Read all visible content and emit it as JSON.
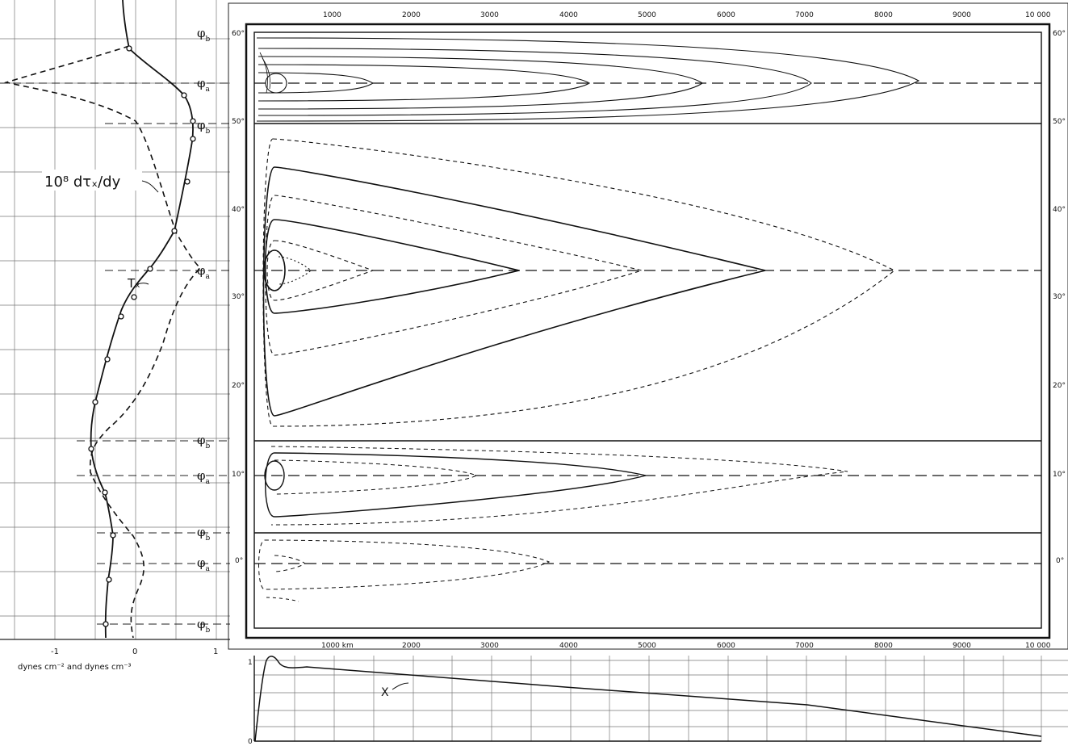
{
  "figure": {
    "top_axis": {
      "ticks": [
        "1000",
        "2000",
        "3000",
        "4000",
        "5000",
        "6000",
        "7000",
        "8000",
        "9000",
        "10 000"
      ]
    },
    "bottom_axis": {
      "ticks": [
        "1000 km",
        "2000",
        "3000",
        "4000",
        "5000",
        "6000",
        "7000",
        "8000",
        "9000",
        "10 000"
      ]
    },
    "latitude_labels": [
      "60°",
      "50°",
      "40°",
      "30°",
      "20°",
      "10°",
      "0°"
    ],
    "phi_labels": [
      {
        "text": "φ",
        "sub": "b"
      },
      {
        "text": "φ",
        "sub": "a"
      },
      {
        "text": "φ",
        "sub": "b"
      },
      {
        "text": "φ",
        "sub": "a"
      },
      {
        "text": "φ",
        "sub": "b"
      },
      {
        "text": "φ",
        "sub": "a"
      },
      {
        "text": "φ",
        "sub": "b"
      },
      {
        "text": "φ",
        "sub": "a"
      },
      {
        "text": "φ",
        "sub": "b"
      }
    ],
    "left_profile": {
      "ticks": [
        "-1",
        "0",
        "1"
      ],
      "units_label": "dynes cm⁻² and dynes cm⁻³",
      "curve_label_derivative": "10⁸ dτₓ/dy",
      "curve_label_stress": "Tₓ"
    },
    "bottom_profile": {
      "curve_label": "X",
      "y_tick_top": "1",
      "y_tick_zero": "0"
    }
  }
}
